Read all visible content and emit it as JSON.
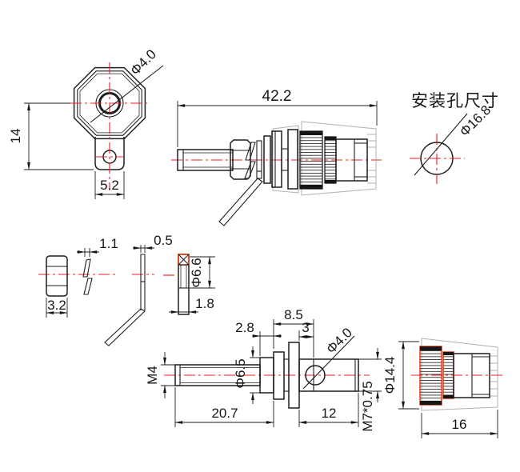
{
  "drawing": {
    "colors": {
      "line": "#1f1f1f",
      "centerline": "#ec1c24",
      "highlight": "#e8380d",
      "construction": "#b2b2b2"
    },
    "front_view": {
      "hole_dia": "Φ4.0",
      "height": "14",
      "tab_width": "5.2"
    },
    "assembly_view": {
      "overall_length": "42.2"
    },
    "mounting_hole_view": {
      "title": "安装孔尺寸",
      "hole_dia": "Φ16.8"
    },
    "nut_view": {
      "thickness": "3.2"
    },
    "spring_washer_view": {
      "thickness": "1.1"
    },
    "solder_lug_view": {
      "thickness": "0.5"
    },
    "insulator_washer_view": {
      "inner_dia": "Φ6.6",
      "thickness": "1.8"
    },
    "body_view": {
      "stud_thread": "M4",
      "stud_length": "20.7",
      "collar_length": "2.8",
      "collar_dia": "Φ6.5",
      "flange_length": "8.5",
      "shoulder_length": "3",
      "cross_hole_dia": "Φ4.0",
      "barrel_length": "12",
      "barrel_thread": "M7*0.75"
    },
    "knob_view": {
      "knurl_dia": "Φ14.4",
      "length": "16"
    }
  }
}
